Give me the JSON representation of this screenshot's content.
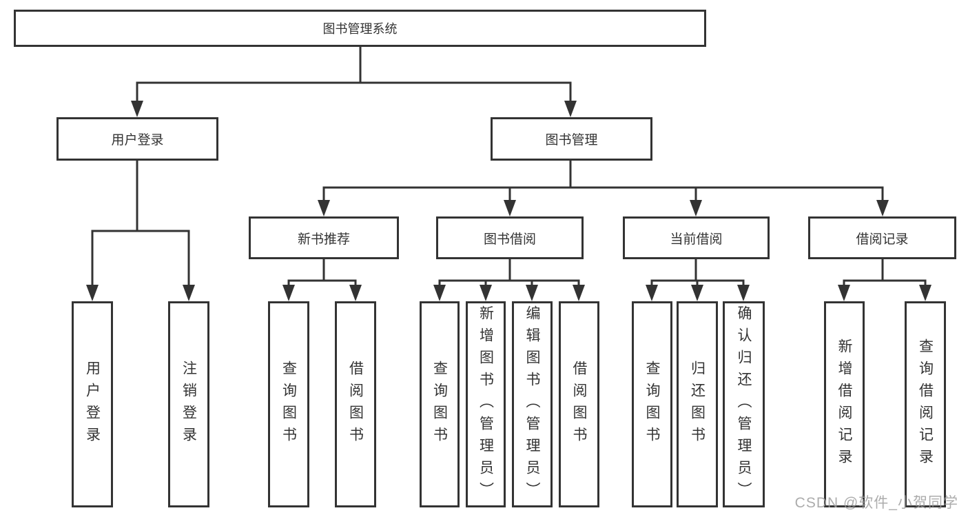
{
  "tree": {
    "label": "图书管理系统",
    "children": [
      {
        "label": "用户登录",
        "children": [
          {
            "label": "用户登录"
          },
          {
            "label": "注销登录"
          }
        ]
      },
      {
        "label": "图书管理",
        "children": [
          {
            "label": "新书推荐",
            "children": [
              {
                "label": "查询图书"
              },
              {
                "label": "借阅图书"
              }
            ]
          },
          {
            "label": "图书借阅",
            "children": [
              {
                "label": "查询图书"
              },
              {
                "label": "新增图书（管理员）"
              },
              {
                "label": "编辑图书（管理员）"
              },
              {
                "label": "借阅图书"
              }
            ]
          },
          {
            "label": "当前借阅",
            "children": [
              {
                "label": "查询图书"
              },
              {
                "label": "归还图书"
              },
              {
                "label": "确认归还（管理员）"
              }
            ]
          },
          {
            "label": "借阅记录",
            "children": [
              {
                "label": "新增借阅记录"
              },
              {
                "label": "查询借阅记录"
              }
            ]
          }
        ]
      }
    ]
  },
  "watermark": {
    "text": "CSDN @软件_小贺同学"
  },
  "colors": {
    "line": "#333333",
    "text": "#333333",
    "box_background": "#ffffff",
    "page_background": "#ffffff",
    "watermark": "#9e9e9e"
  }
}
